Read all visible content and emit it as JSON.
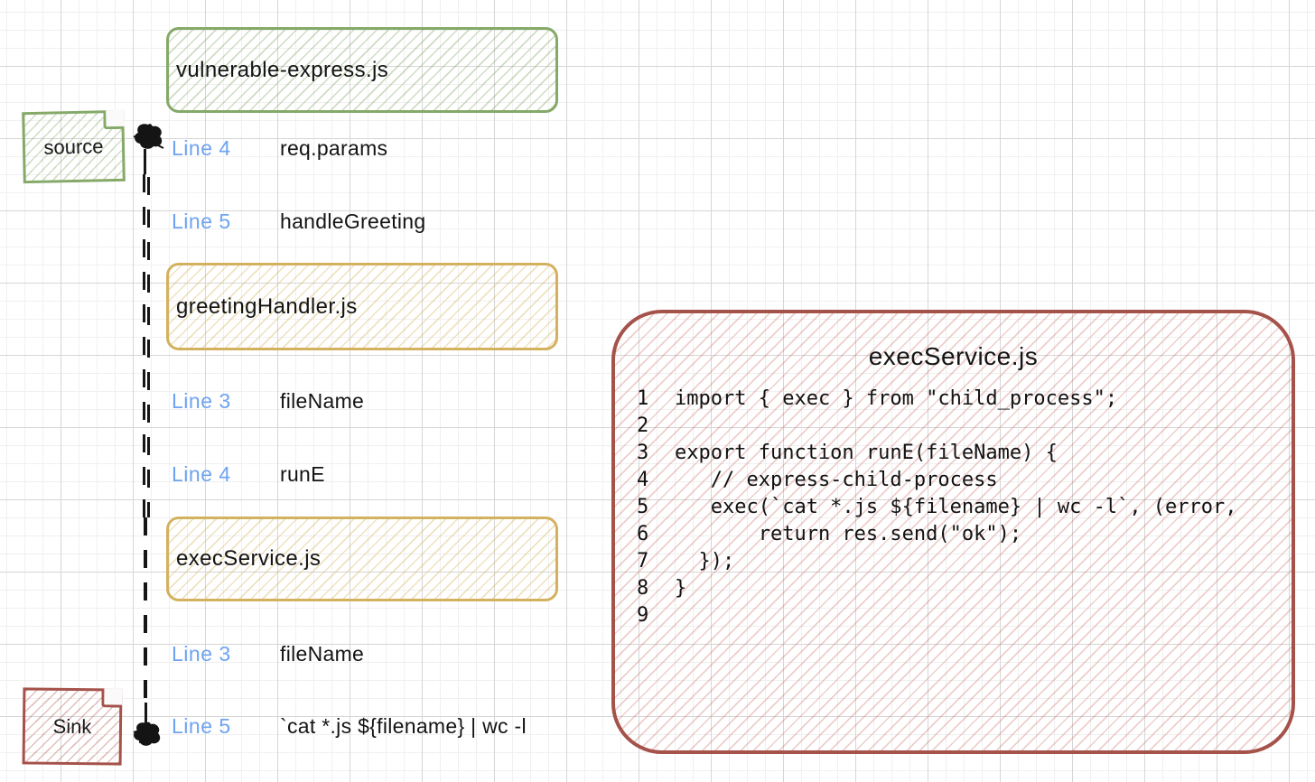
{
  "colors": {
    "green": "#85a968",
    "yellow": "#d3b15f",
    "red": "#a5524a",
    "blue": "#6ea3ef",
    "ink": "#1b1b1b"
  },
  "file_boxes": [
    {
      "label": "vulnerable-express.js",
      "color": "green"
    },
    {
      "label": "greetingHandler.js",
      "color": "yellow"
    },
    {
      "label": "execService.js",
      "color": "yellow"
    }
  ],
  "flow": {
    "source_label": "source",
    "sink_label": "Sink",
    "steps": [
      {
        "line": "Line 4",
        "value": "req.params"
      },
      {
        "line": "Line 5",
        "value": "handleGreeting"
      },
      {
        "line": "Line 3",
        "value": "fileName"
      },
      {
        "line": "Line 4",
        "value": "runE"
      },
      {
        "line": "Line 3",
        "value": "fileName"
      },
      {
        "line": "Line 5",
        "value": "`cat *.js ${filename} | wc -l"
      }
    ]
  },
  "code_panel": {
    "title": "execService.js",
    "lines": [
      {
        "num": "1",
        "text": "import { exec } from \"child_process\";"
      },
      {
        "num": "2",
        "text": ""
      },
      {
        "num": "3",
        "text": "export function runE(fileName) {"
      },
      {
        "num": "4",
        "text": "   // express-child-process"
      },
      {
        "num": "5",
        "text": "   exec(`cat *.js ${filename} | wc -l`, (error,"
      },
      {
        "num": "6",
        "text": "       return res.send(\"ok\");"
      },
      {
        "num": "7",
        "text": "  });"
      },
      {
        "num": "8",
        "text": "}"
      },
      {
        "num": "9",
        "text": ""
      }
    ]
  }
}
